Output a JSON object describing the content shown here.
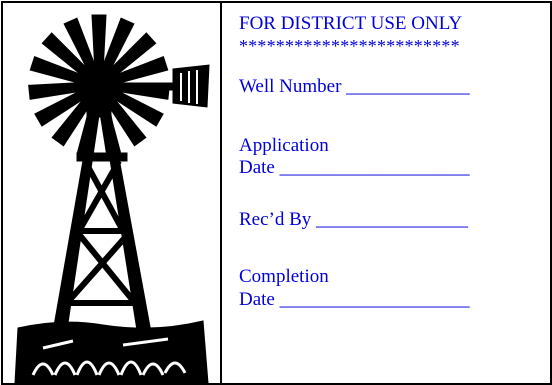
{
  "form": {
    "header": "FOR DISTRICT USE ONLY",
    "stars": "************************",
    "well_number": "Well Number _____________",
    "application_label": "Application",
    "application_date": "Date ____________________",
    "recd_by": "Rec’d By ________________",
    "completion_label": "Completion",
    "completion_date": "Date ____________________"
  },
  "colors": {
    "text": "#0000d9",
    "border": "#000000"
  },
  "icons": {
    "artwork": "windmill-icon"
  }
}
